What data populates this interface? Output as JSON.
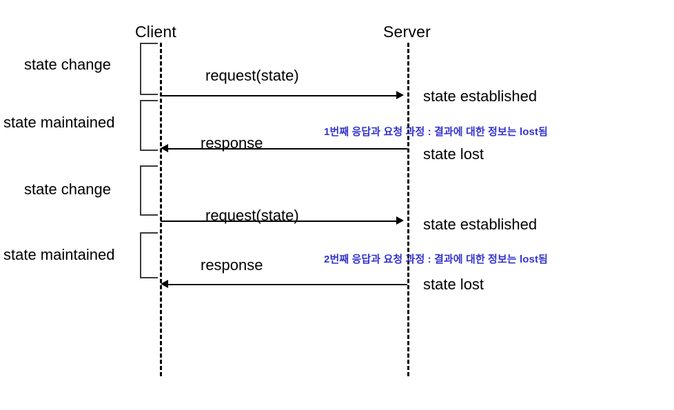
{
  "diagram": {
    "type": "sequence-diagram",
    "actors": [
      {
        "id": "client",
        "label": "Client"
      },
      {
        "id": "server",
        "label": "Server"
      }
    ],
    "left_brackets": [
      {
        "id": "b1",
        "label": "state change"
      },
      {
        "id": "b2",
        "label": "state maintained"
      },
      {
        "id": "b3",
        "label": "state change"
      },
      {
        "id": "b4",
        "label": "state maintained"
      }
    ],
    "messages": [
      {
        "id": "m1",
        "label": "request(state)",
        "direction": "right",
        "from": "client",
        "to": "server"
      },
      {
        "id": "m2",
        "label": "response",
        "direction": "left",
        "from": "server",
        "to": "client"
      },
      {
        "id": "m3",
        "label": "request(state)",
        "direction": "right",
        "from": "client",
        "to": "server"
      },
      {
        "id": "m4",
        "label": "response",
        "direction": "left",
        "from": "server",
        "to": "client"
      }
    ],
    "server_states": [
      {
        "id": "s1",
        "label": "state established"
      },
      {
        "id": "s2",
        "label": "state lost"
      },
      {
        "id": "s3",
        "label": "state established"
      },
      {
        "id": "s4",
        "label": "state lost"
      }
    ],
    "annotations": [
      {
        "id": "a1",
        "text": "1번째 응답과 요청 과정 : 결과에 대한 정보는 lost됨",
        "color": "#3333cc"
      },
      {
        "id": "a2",
        "text": "2번째 응답과 요청 과정 : 결과에 대한 정보는 lost됨",
        "color": "#3333cc"
      }
    ],
    "colors": {
      "line": "#000000",
      "bracket": "#3a3a3a",
      "annotation": "#3333cc",
      "background": "#ffffff"
    }
  }
}
